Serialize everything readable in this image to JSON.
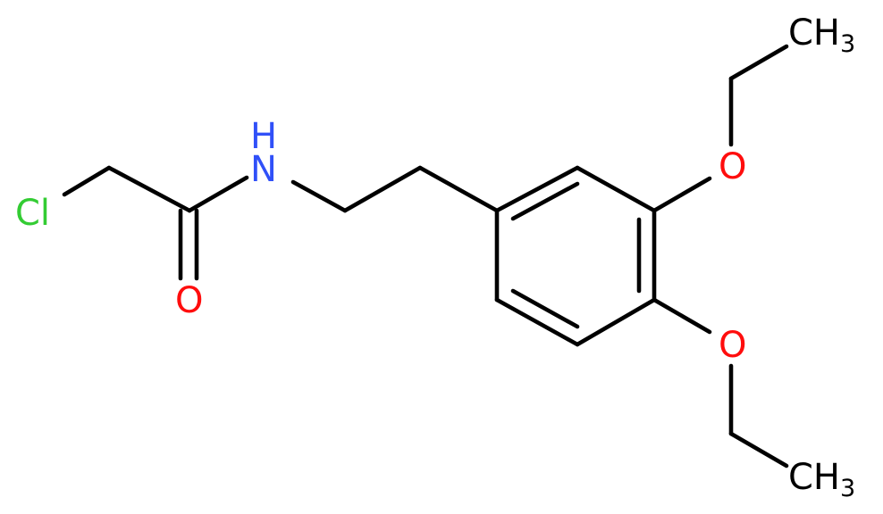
{
  "molecule": {
    "atoms": {
      "cl": {
        "text": "Cl",
        "color": "#33CC33"
      },
      "o_carbonyl": {
        "text": "O",
        "color": "#FF0D0D"
      },
      "n_amide": {
        "text": "N",
        "color": "#3050F8"
      },
      "h_amide": {
        "text": "H",
        "color": "#3050F8"
      },
      "o_ether_upper": {
        "text": "O",
        "color": "#FF0D0D"
      },
      "o_ether_lower": {
        "text": "O",
        "color": "#FF0D0D"
      },
      "ch3_upper": {
        "text": "CH",
        "sub": "3",
        "color": "#000000"
      },
      "ch3_lower": {
        "text": "CH",
        "sub": "3",
        "color": "#000000"
      }
    }
  }
}
